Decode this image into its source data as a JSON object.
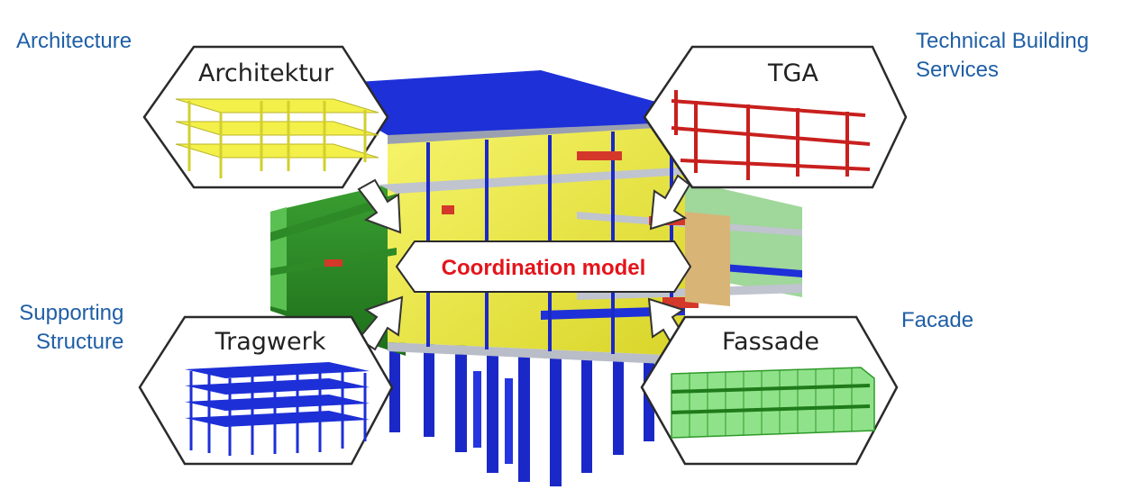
{
  "labels": {
    "architecture": "Architecture",
    "technical_line1": "Technical Building",
    "technical_line2": "Services",
    "supporting_line1": "Supporting",
    "supporting_line2": "Structure",
    "facade": "Facade"
  },
  "hexagons": {
    "architektur": "Architektur",
    "tga": "TGA",
    "tragwerk": "Tragwerk",
    "fassade": "Fassade"
  },
  "center": {
    "label": "Coordination model"
  },
  "colors": {
    "label_blue": "#1f5fa6",
    "center_red": "#e4141b",
    "architecture_yellow": "#f4f04a",
    "tga_red": "#c8201e",
    "structure_blue": "#1d2fd6",
    "facade_green": "#4fc24a",
    "building_green": "#2f8f2a",
    "column_blue": "#1b28c8"
  },
  "icons": [
    "arrow-icon"
  ]
}
